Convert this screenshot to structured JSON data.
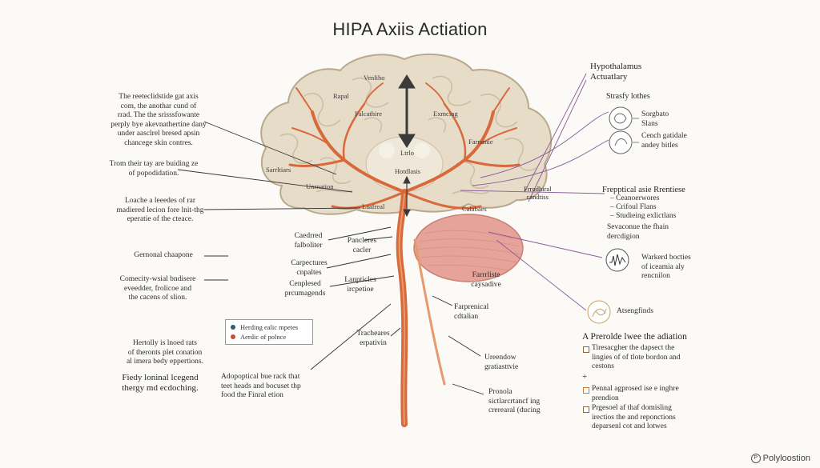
{
  "title": "HIPA Axiis Actiation",
  "colors": {
    "brain_fill": "#e7dcc8",
    "brain_stroke": "#b9a98c",
    "vessel": "#d9693a",
    "vessel_light": "#e79a6c",
    "pituitary": "#e6a39a",
    "arrow": "#3a3a3a",
    "leader_dark": "#333333",
    "leader_purple": "#8a5a9a",
    "legend_dot_1": "#2f5a6e",
    "legend_dot_2": "#c94a3a",
    "watermark_icon": "#444444"
  },
  "brain_labels": {
    "top": "Venliho",
    "upper_left": "Rapal",
    "left_mid": "Falcathire",
    "right_mid": "Exmcing",
    "center_upper": "Ltrlo",
    "center_lower": "Hotdlasis",
    "left_lower": "Sarrltiars",
    "lower_left_inner": "Unrnation",
    "right_lower": "Farramie",
    "bottom_center": "Laafreal",
    "right_bottom": "Calabaes"
  },
  "hypothalamus_heading": "Hypothalamus\nActuatlary",
  "stress_heading": "Strasfy lothes",
  "stress_items": [
    "Sorgbato\nSlans",
    "Cench gatidale\nandey bitles"
  ],
  "pituitary_side_label": "Frrodhiral\ncandtiss",
  "left_paragraphs": [
    "The reeteclidstide gat axis\ncom, the anothar cund of\nrrad. The the srisssfowante\nperply bye akevnathertine dany\nunder aasclrel bresed apsin\nchancege skin contres.",
    "Trom their tay are buiding ze\nof popodidation.",
    "Loache a leeedes of rar\nmadiered lecion fore lnit-thg\neperatie of the cteace.",
    "Gernonal chaapone",
    "Comecity-wsial bndisere\neveedder, frolicoe and\nthe cacens of slion.",
    "Hertolly is lnoed rats\nof theronts plet conation\nal imera bedy eppertions."
  ],
  "left_bottom_heading": "Fiedy loninal lcegend\nthergy md ecdoching.",
  "center_left_labels": [
    "Caedrred\nfalboliter",
    "Pancleres\ncacler",
    "Carpectures\ncnpaltes",
    "Lanpticles\nircpetioe",
    "Cenplesed\nprcumagends"
  ],
  "legend": [
    "Herding ealic mpetes",
    "Aerdic of polnce"
  ],
  "bottom_center_labels": {
    "tracheares": "Tracheares\nerpativin",
    "adopotical": "Adopoptical bue rack that\nteet heads and bocuset thp\nfood the Finral etion"
  },
  "pituitary_label": "Farrrliste\ncaysadive",
  "right_stem_labels": [
    "Farprenical\ncdtalian",
    "Ureendow\ngratiasttvie",
    "Pronola\nsictlarcrtancf ing\ncrerearal (ducing"
  ],
  "response_heading": "Frepptical asie Rrentiese",
  "response_items": [
    "– Ceanoerwores",
    "– Crifoul Flans",
    "– Studieing exlictlans"
  ],
  "severance_text": "Sevaconue the fhain\ndercdigion",
  "wave_label": "Warkerd bocties\nof iceamia aly\nrencnilon",
  "atom_label": "Atsengfinds",
  "protocol_heading": "A Prerolde lwee the adiation",
  "protocol_items": [
    {
      "mark": "box",
      "text": "Tiresacgher the dapsect the\nlingies of of tlote bordon and\ncestons"
    },
    {
      "mark": "plus",
      "text": ""
    },
    {
      "mark": "box-orange",
      "text": "Pennal agprosed ise e inghre\nprendion"
    },
    {
      "mark": "box",
      "text": "Prgesoel af thaf domisling\nirectios the and reponctions\ndeparsenl cot and lotwes"
    }
  ],
  "watermark": "Polyloostion"
}
